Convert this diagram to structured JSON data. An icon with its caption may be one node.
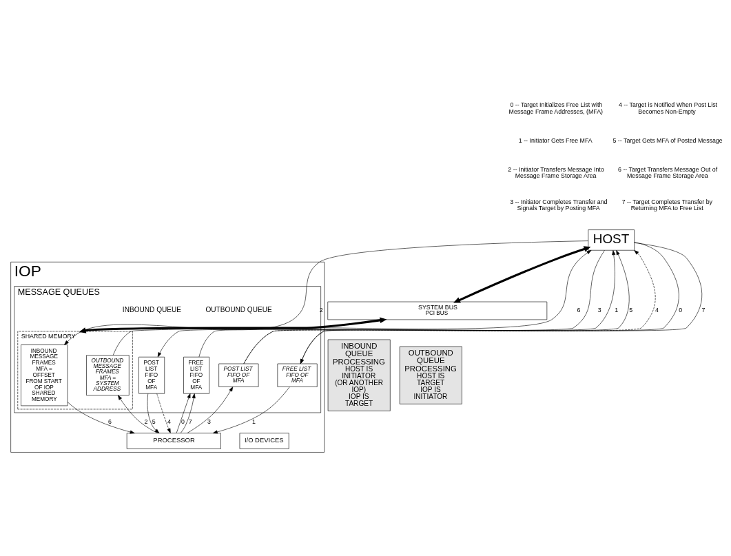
{
  "diagram": {
    "nodes": [
      {
        "text": [
          "HOST"
        ]
      },
      {
        "text": [
          "SYSTEM BUS",
          "PCI BUS"
        ]
      },
      {
        "text": [
          "INBOUND QUEUE PROCESSING",
          "HOST IS INITIATOR (OR ANOTHER IOP)",
          "IOP IS TARGET"
        ]
      },
      {
        "text": [
          "OUTBOUND QUEUE PROCESSING",
          "HOST IS TARGET",
          "IOP IS INITIATOR"
        ]
      },
      {
        "text": [
          "IOP"
        ]
      },
      {
        "text": [
          "MESSAGE QUEUES"
        ],
        "in": 4
      },
      {
        "text": [
          "SHARED MEMORY"
        ],
        "in": 5
      },
      {
        "text": [
          "FREE LIST FIFO OF MFA"
        ],
        "in": 5
      },
      {
        "text": [
          "POST LIST FIFO OF MFA"
        ],
        "in": 5
      },
      {
        "text": [
          "INBOUND MESSAGE FRAMES",
          "MFA = OFFSET FROM START OF IOP SHARED MEMORY"
        ],
        "in": 6
      },
      {
        "text": [
          "OUTBOUND MESSAGE FRAMES",
          "MFA = SYSTEM ADDRESS"
        ],
        "in": 6
      },
      {
        "text": [
          "POST LIST FIFO OF MFA"
        ],
        "in": 5
      },
      {
        "text": [
          "FREE LIST FIFO OF MFA"
        ],
        "in": 5
      },
      {
        "text": [
          "PROCESSOR"
        ],
        "in": 4
      },
      {
        "text": [
          "I/O DEVICES"
        ],
        "in": 4
      }
    ],
    "edges": [
      {
        "from": 0,
        "to": 1,
        "arrow": "both",
        "style": "thick"
      },
      {
        "from": 1,
        "to": 6,
        "arrow": "both",
        "style": "thick"
      },
      {
        "from": 7,
        "to": 0,
        "arrow": "to",
        "label": "1"
      },
      {
        "from": 0,
        "to": 8,
        "arrow": "to",
        "label": "3"
      },
      {
        "from": 0,
        "to": 9,
        "arrow": "to",
        "label": "2"
      },
      {
        "from": 10,
        "to": 0,
        "arrow": "to",
        "label": "6"
      },
      {
        "from": 11,
        "to": 0,
        "arrow": "to",
        "label": "4",
        "style": "dashed"
      },
      {
        "from": 11,
        "to": 0,
        "arrow": "to",
        "label": "5"
      },
      {
        "from": 0,
        "to": 12,
        "arrow": "to",
        "label": "7"
      },
      {
        "from": 0,
        "to": 12,
        "arrow": "to",
        "label": "0"
      },
      {
        "from": 13,
        "to": 7,
        "arrow": "to",
        "label": "0"
      },
      {
        "from": 13,
        "to": 7,
        "arrow": "to",
        "label": "7"
      },
      {
        "from": 8,
        "to": 13,
        "arrow": "to",
        "label": "5"
      },
      {
        "from": 8,
        "to": 13,
        "arrow": "to",
        "label": "4",
        "style": "dashed"
      },
      {
        "from": 9,
        "to": 13,
        "arrow": "to",
        "label": "6"
      },
      {
        "from": 13,
        "to": 10,
        "arrow": "to",
        "label": "2"
      },
      {
        "from": 13,
        "to": 11,
        "arrow": "to",
        "label": "3"
      },
      {
        "from": 12,
        "to": 13,
        "arrow": "to",
        "label": "1"
      }
    ],
    "labels": [
      "0 -- Target Initializes Free List with Message Frame Addresses, (MFA)",
      "4 -- Target is Notified When Post List Becomes Non-Empty",
      "1 -- Initiator Gets Free MFA",
      "5 -- Target Gets MFA of Posted Message",
      "2 -- Initiator Transfers Message Into Message Frame Storage Area",
      "6 -- Target Transfers Message Out of Message Frame Storage Area",
      "3 -- Initiator Completes Transfer and Signals Target by Posting MFA",
      "7 -- Target Completes Transfer by Returning MFA to Free List",
      "INBOUND QUEUE",
      "OUTBOUND QUEUE"
    ]
  }
}
